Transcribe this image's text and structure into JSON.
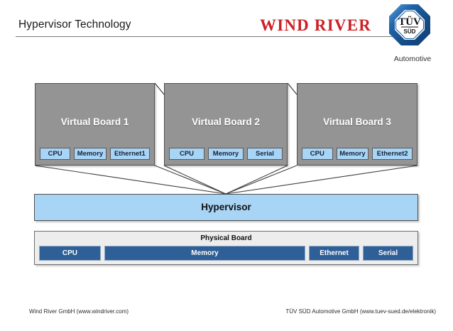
{
  "header": {
    "title": "Hypervisor Technology",
    "brand_logo_text": "WIND RIVER",
    "cert_logo": {
      "main_text": "TÜV",
      "sub_text": "SÜD",
      "caption": "Automotive"
    }
  },
  "diagram": {
    "virtual_boards": [
      {
        "label": "Virtual Board 1",
        "components": [
          "CPU",
          "Memory",
          "Ethernet1"
        ]
      },
      {
        "label": "Virtual Board 2",
        "components": [
          "CPU",
          "Memory",
          "Serial"
        ]
      },
      {
        "label": "Virtual Board 3",
        "components": [
          "CPU",
          "Memory",
          "Ethernet2"
        ]
      }
    ],
    "hypervisor": {
      "label": "Hypervisor"
    },
    "physical_board": {
      "label": "Physical Board",
      "components": [
        {
          "label": "CPU",
          "flex": 16
        },
        {
          "label": "Memory",
          "flex": 53
        },
        {
          "label": "Ethernet",
          "flex": 13
        },
        {
          "label": "Serial",
          "flex": 13
        }
      ]
    }
  },
  "footer": {
    "left": "Wind River  GmbH (www.windriver.com)",
    "right": "TÜV SÜD Automotive GmbH  (www.tuev-sued.de/elektronik)"
  },
  "colors": {
    "brand_red": "#cc2026",
    "board_gray": "#949494",
    "light_blue": "#a8d4f5",
    "dark_blue": "#2e5f96",
    "panel_gray": "#ededed",
    "tuv_blue": "#1f63a8"
  }
}
